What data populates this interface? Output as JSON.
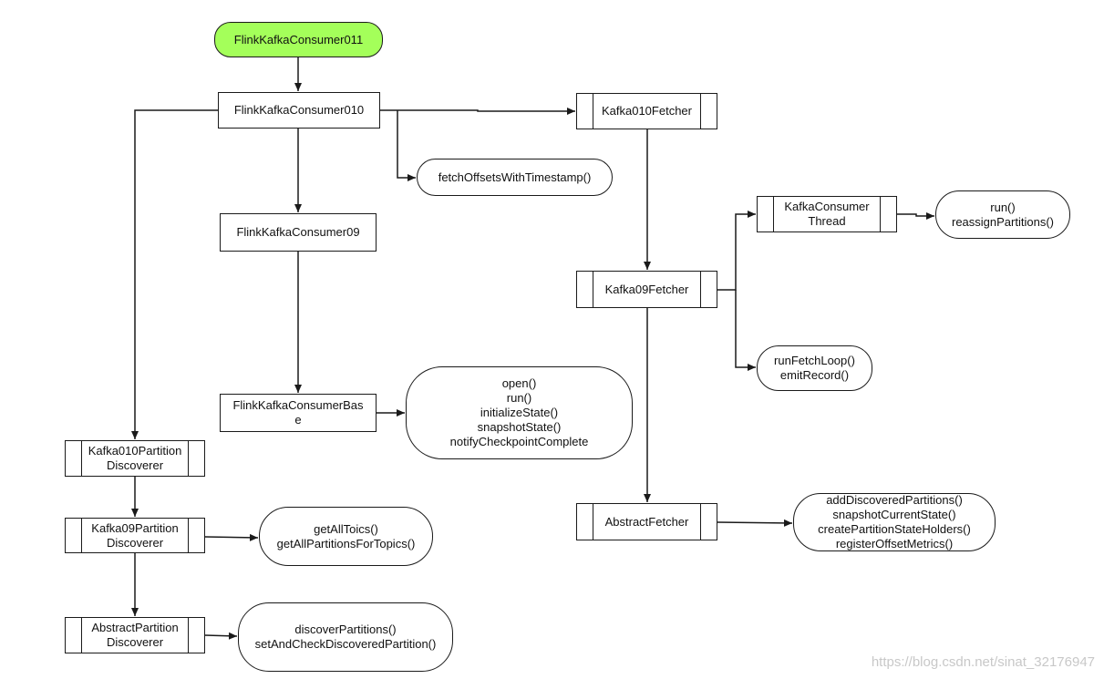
{
  "nodes": {
    "consumer011": "FlinkKafkaConsumer011",
    "consumer010": "FlinkKafkaConsumer010",
    "consumer09": "FlinkKafkaConsumer09",
    "consumer_base": [
      "FlinkKafkaConsumerBas",
      "e"
    ],
    "fetch_offsets": "fetchOffsetsWithTimestamp()",
    "base_methods": [
      "open()",
      "run()",
      "initializeState()",
      "snapshotState()",
      "notifyCheckpointComplete"
    ],
    "kafka010_fetcher": "Kafka010Fetcher",
    "kafka09_fetcher": "Kafka09Fetcher",
    "abstract_fetcher": "AbstractFetcher",
    "consumer_thread": [
      "KafkaConsumer",
      "Thread"
    ],
    "thread_methods": [
      "run()",
      "reassignPartitions()"
    ],
    "fetch_loop_methods": [
      "runFetchLoop()",
      "emitRecord()"
    ],
    "abstract_fetcher_methods": [
      "addDiscoveredPartitions()",
      "snapshotCurrentState()",
      "createPartitionStateHolders()",
      "registerOffsetMetrics()"
    ],
    "kafka010_discoverer": [
      "Kafka010Partition",
      "Discoverer"
    ],
    "kafka09_discoverer": [
      "Kafka09Partition",
      "Discoverer"
    ],
    "abstract_discoverer": [
      "AbstractPartition",
      "Discoverer"
    ],
    "discoverer09_methods": [
      "getAllToics()",
      "getAllPartitionsForTopics()"
    ],
    "abstract_discoverer_methods": [
      "discoverPartitions()",
      "setAndCheckDiscoveredPartition()"
    ]
  },
  "watermark": "https://blog.csdn.net/sinat_32176947",
  "colors": {
    "start_fill": "#a4ff5a",
    "stroke": "#1a1a1a",
    "watermark": "#c8c8c8"
  }
}
